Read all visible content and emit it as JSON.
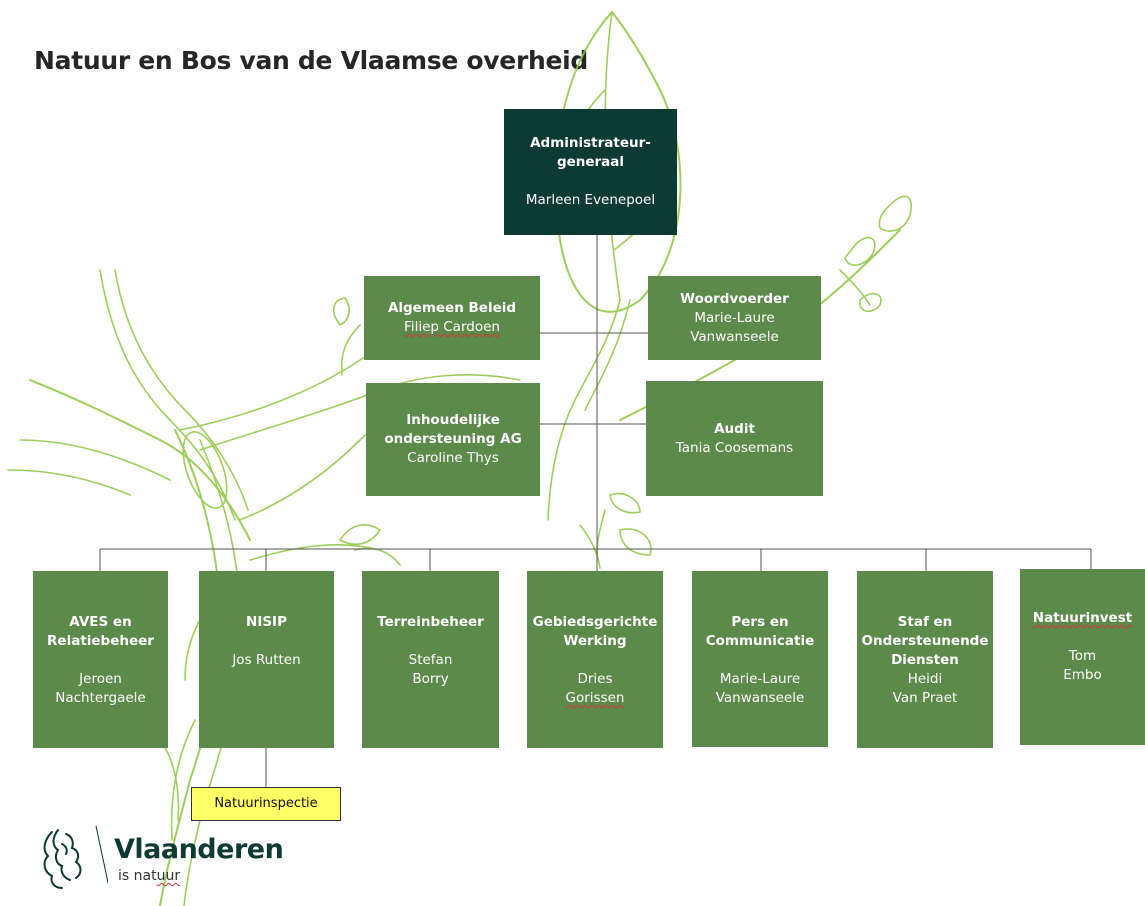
{
  "title": "Natuur en Bos van de Vlaamse overheid",
  "colors": {
    "box_green": "#5b8a4a",
    "box_dark": "#0e3a34",
    "line": "#555555",
    "leaf_art": "#8cc63f",
    "note_yellow": "#ffff66",
    "spell_underline": "#dd3333"
  },
  "top": {
    "title": "Administrateur-\ngeneraal",
    "name": "Marleen Evenepoel"
  },
  "staff": {
    "algemeen_beleid": {
      "title": "Algemeen Beleid",
      "name": "Filiep Cardoen"
    },
    "woordvoerder": {
      "title": "Woordvoerder",
      "name": "Marie-Laure\nVanwanseele"
    },
    "inhoudelijke": {
      "title": "Inhoudelijke\nondersteuning AG",
      "name": "Caroline Thys"
    },
    "audit": {
      "title": "Audit",
      "name": "Tania Coosemans"
    }
  },
  "departments": [
    {
      "title": "AVES en\nRelatiebeheer",
      "name": "Jeroen\nNachtergaele"
    },
    {
      "title": "NISIP",
      "name": "Jos Rutten"
    },
    {
      "title": "Terreinbeheer",
      "name": "Stefan\nBorry"
    },
    {
      "title": "Gebiedsgerichte\nWerking",
      "name_first": "Dries",
      "name_last": "Gorissen"
    },
    {
      "title": "Pers en\nCommunicatie",
      "name": "Marie-Laure\nVanwanseele"
    },
    {
      "title": "Staf en\nOndersteunende\nDiensten",
      "name": "Heidi\nVan Praet"
    },
    {
      "title": "Natuurinvest",
      "name": "Tom\nEmbo"
    }
  ],
  "sub_unit": "Natuurinspectie",
  "logo": {
    "icon": "flemish-lion-icon",
    "word": "Vlaanderen",
    "tagline_prefix": "is nat",
    "tagline_suffix": "uur"
  }
}
